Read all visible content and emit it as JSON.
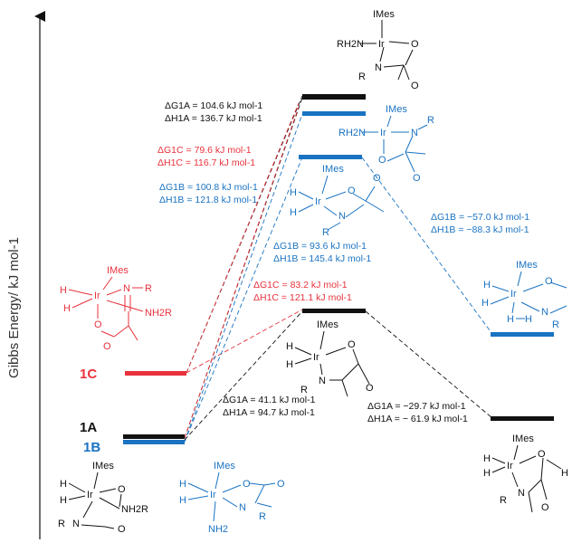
{
  "axis": {
    "ylabel": "Gibbs Energy/ kJ mol-1"
  },
  "states": {
    "c1": "1C",
    "a1": "1A",
    "b1": "1B"
  },
  "colors": {
    "black": "#111111",
    "red": "#e8323c",
    "blue": "#1a73c2"
  },
  "annotations": {
    "g1a_top": "ΔG1A = 104.6 kJ mol-1",
    "h1a_top": "ΔH1A = 136.7 kJ mol-1",
    "g1c_top": "ΔG1C = 79.6 kJ mol-1",
    "h1c_top": "ΔH1C = 116.7 kJ mol-1",
    "g1b_top": "ΔG1B = 100.8 kJ mol-1",
    "h1b_top": "ΔH1B = 121.8 kJ mol-1",
    "g1b_mid": "ΔG1B = 93.6 kJ mol-1",
    "h1b_mid": "ΔH1B = 145.4 kJ mol-1",
    "g1b_right": "ΔG1B = −57.0 kJ mol-1",
    "h1b_right": "ΔH1B = −88.3 kJ mol-1",
    "g1c_mid": "ΔG1C = 83.2 kJ mol-1",
    "h1c_mid": "ΔH1C = 121.1 kJ mol-1",
    "g1a_low": "ΔG1A = 41.1 kJ mol-1",
    "h1a_low": "ΔH1A = 94.7 kJ mol-1",
    "g1a_right": "ΔG1A = −29.7 kJ mol-1",
    "h1a_right": "ΔH1A = − 61.9 kJ mol-1"
  },
  "molecule_labels": {
    "imes": "IMes",
    "ir": "Ir",
    "h": "H",
    "n": "N",
    "o": "O",
    "r": "R",
    "nh2r": "NH2R",
    "rh2n": "RH2N",
    "nh2": "NH2"
  }
}
